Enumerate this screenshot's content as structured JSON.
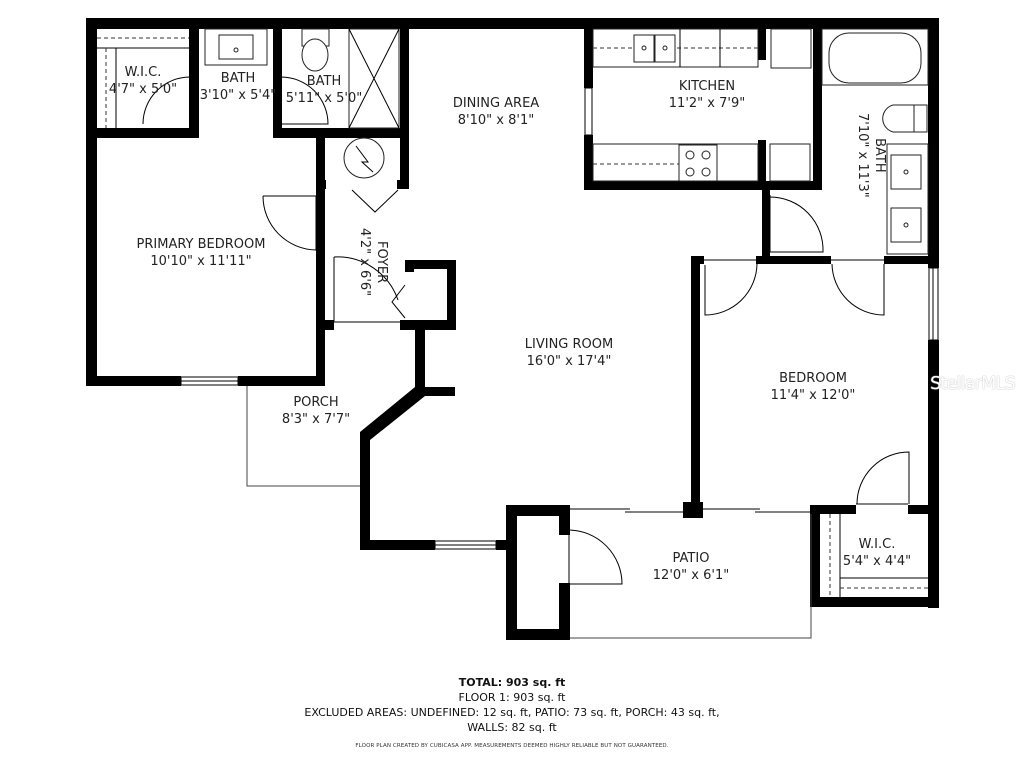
{
  "rooms": {
    "wic_primary": {
      "name": "W.I.C.",
      "dims": "4'7\" x 5'0\""
    },
    "bath_half": {
      "name": "BATH",
      "dims": "3'10\" x 5'4\""
    },
    "bath_shower": {
      "name": "BATH",
      "dims": "5'11\" x 5'0\""
    },
    "dining": {
      "name": "DINING AREA",
      "dims": "8'10\" x 8'1\""
    },
    "kitchen": {
      "name": "KITCHEN",
      "dims": "11'2\" x 7'9\""
    },
    "bath_main": {
      "name": "BATH",
      "dims": "7'10\" x 11'3\""
    },
    "primary_bedroom": {
      "name": "PRIMARY BEDROOM",
      "dims": "10'10\" x 11'11\""
    },
    "foyer": {
      "name": "FOYER",
      "dims": "4'2\" x 6'6\""
    },
    "living": {
      "name": "LIVING ROOM",
      "dims": "16'0\" x 17'4\""
    },
    "bedroom": {
      "name": "BEDROOM",
      "dims": "11'4\" x 12'0\""
    },
    "porch": {
      "name": "PORCH",
      "dims": "8'3\" x 7'7\""
    },
    "patio": {
      "name": "PATIO",
      "dims": "12'0\" x 6'1\""
    },
    "wic_bedroom": {
      "name": "W.I.C.",
      "dims": "5'4\" x 4'4\""
    }
  },
  "summary": {
    "total": "TOTAL: 903 sq. ft",
    "floor": "FLOOR 1: 903 sq. ft",
    "excluded": "EXCLUDED AREAS: UNDEFINED: 12 sq. ft, PATIO: 73 sq. ft, PORCH: 43 sq. ft,",
    "walls": "WALLS: 82 sq. ft",
    "disclaimer": "FLOOR PLAN CREATED BY CUBICASA APP. MEASUREMENTS DEEMED HIGHLY RELIABLE BUT NOT GUARANTEED."
  },
  "watermark": "StellarMLS",
  "colors": {
    "wall": "#000000",
    "background": "#ffffff",
    "text": "#222222"
  }
}
